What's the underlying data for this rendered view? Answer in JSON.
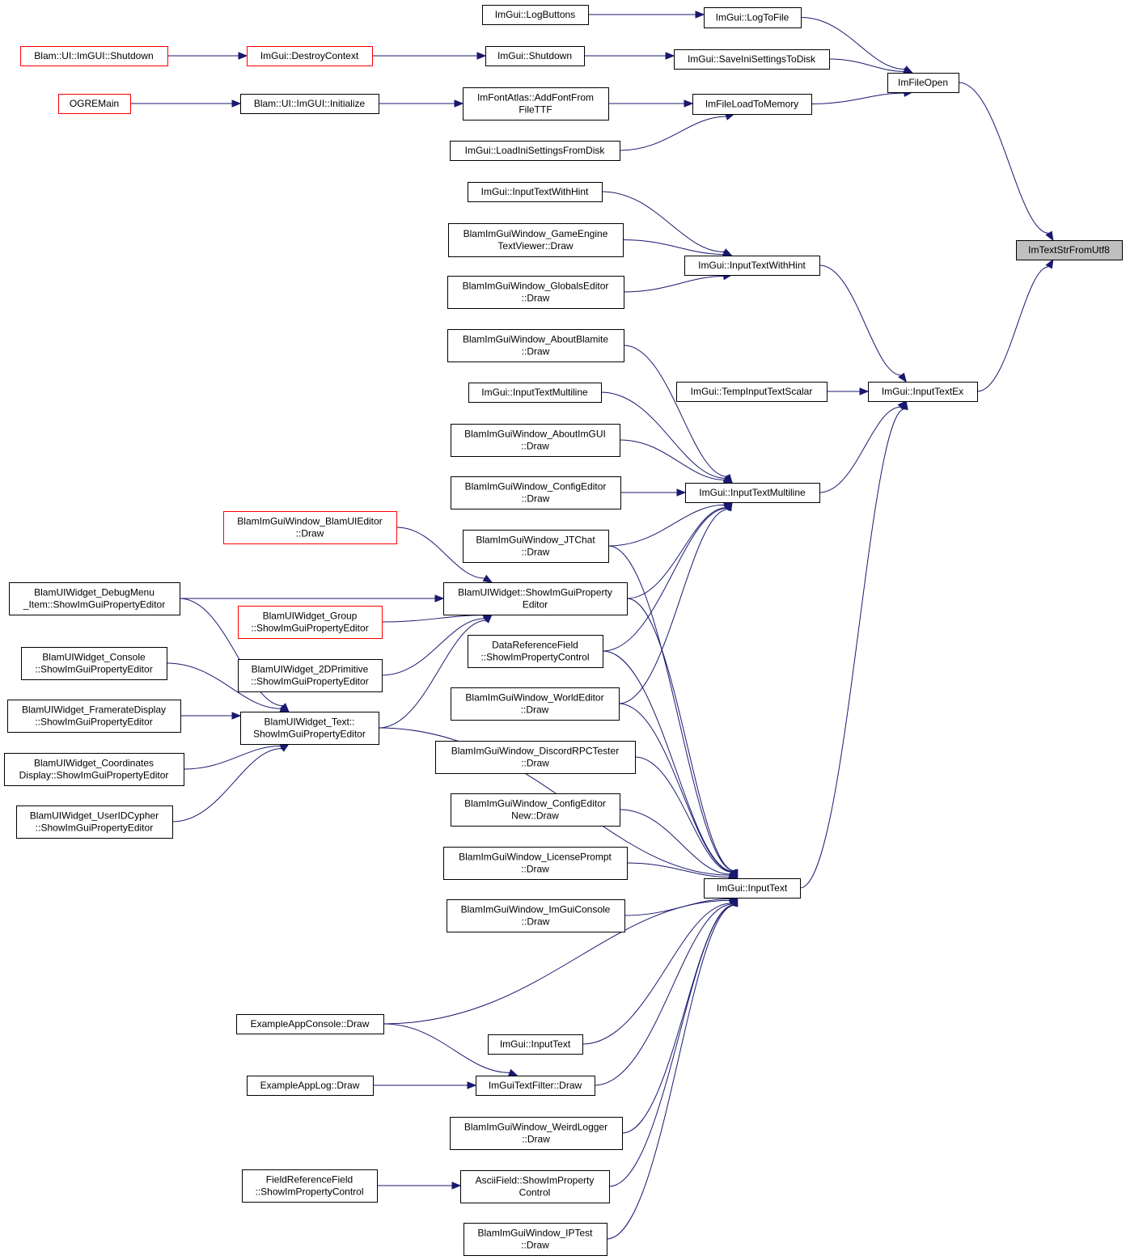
{
  "diagram": {
    "type": "call-graph",
    "colors": {
      "edge": "#191970",
      "node_border": "#000000",
      "truncated_border": "#ff0000",
      "root_fill": "#bfbfbf",
      "background": "#ffffff"
    },
    "nodes": [
      {
        "id": "root",
        "lines": [
          "ImTextStrFromUtf8"
        ],
        "style": "root"
      },
      {
        "id": "filepen",
        "lines": [
          "ImFileOpen"
        ]
      },
      {
        "id": "inputtextex",
        "lines": [
          "ImGui::InputTextEx"
        ]
      },
      {
        "id": "logtofile",
        "lines": [
          "ImGui::LogToFile"
        ]
      },
      {
        "id": "saveini",
        "lines": [
          "ImGui::SaveIniSettingsToDisk"
        ]
      },
      {
        "id": "fileload",
        "lines": [
          "ImFileLoadToMemory"
        ]
      },
      {
        "id": "logbuttons",
        "lines": [
          "ImGui::LogButtons"
        ]
      },
      {
        "id": "shutdown",
        "lines": [
          "ImGui::Shutdown"
        ]
      },
      {
        "id": "destroyctx",
        "lines": [
          "ImGui::DestroyContext"
        ],
        "style": "red"
      },
      {
        "id": "blamshutdown",
        "lines": [
          "Blam::UI::ImGUI::Shutdown"
        ],
        "style": "red"
      },
      {
        "id": "addfont",
        "lines": [
          "ImFontAtlas::AddFontFrom",
          "FileTTF"
        ]
      },
      {
        "id": "blaminit",
        "lines": [
          "Blam::UI::ImGUI::Initialize"
        ]
      },
      {
        "id": "ogremain",
        "lines": [
          "OGREMain"
        ],
        "style": "red"
      },
      {
        "id": "loadini",
        "lines": [
          "ImGui::LoadIniSettingsFromDisk"
        ]
      },
      {
        "id": "itwh_left",
        "lines": [
          "ImGui::InputTextWithHint"
        ]
      },
      {
        "id": "itwh_mid",
        "lines": [
          "ImGui::InputTextWithHint"
        ]
      },
      {
        "id": "gameengine",
        "lines": [
          "BlamImGuiWindow_GameEngine",
          "TextViewer::Draw"
        ]
      },
      {
        "id": "globals",
        "lines": [
          "BlamImGuiWindow_GlobalsEditor",
          "::Draw"
        ]
      },
      {
        "id": "tempinput",
        "lines": [
          "ImGui::TempInputTextScalar"
        ]
      },
      {
        "id": "itml_mid",
        "lines": [
          "ImGui::InputTextMultiline"
        ]
      },
      {
        "id": "aboutblamite",
        "lines": [
          "BlamImGuiWindow_AboutBlamite",
          "::Draw"
        ]
      },
      {
        "id": "itml_left",
        "lines": [
          "ImGui::InputTextMultiline"
        ]
      },
      {
        "id": "aboutimgui",
        "lines": [
          "BlamImGuiWindow_AboutImGUI",
          "::Draw"
        ]
      },
      {
        "id": "configeditor",
        "lines": [
          "BlamImGuiWindow_ConfigEditor",
          "::Draw"
        ]
      },
      {
        "id": "jtchat",
        "lines": [
          "BlamImGuiWindow_JTChat",
          "::Draw"
        ]
      },
      {
        "id": "blamuieditor",
        "lines": [
          "BlamImGuiWindow_BlamUIEditor",
          "::Draw"
        ],
        "style": "red"
      },
      {
        "id": "showprop",
        "lines": [
          "BlamUIWidget::ShowImGuiProperty",
          "Editor"
        ]
      },
      {
        "id": "debugmenu",
        "lines": [
          "BlamUIWidget_DebugMenu",
          "_Item::ShowImGuiPropertyEditor"
        ]
      },
      {
        "id": "group",
        "lines": [
          "BlamUIWidget_Group",
          "::ShowImGuiPropertyEditor"
        ],
        "style": "red"
      },
      {
        "id": "dataref",
        "lines": [
          "DataReferenceField",
          "::ShowImPropertyControl"
        ]
      },
      {
        "id": "prim2d",
        "lines": [
          "BlamUIWidget_2DPrimitive",
          "::ShowImGuiPropertyEditor"
        ]
      },
      {
        "id": "console",
        "lines": [
          "BlamUIWidget_Console",
          "::ShowImGuiPropertyEditor"
        ]
      },
      {
        "id": "worldeditor",
        "lines": [
          "BlamImGuiWindow_WorldEditor",
          "::Draw"
        ]
      },
      {
        "id": "framerate",
        "lines": [
          "BlamUIWidget_FramerateDisplay",
          "::ShowImGuiPropertyEditor"
        ]
      },
      {
        "id": "textw",
        "lines": [
          "BlamUIWidget_Text::",
          "ShowImGuiPropertyEditor"
        ]
      },
      {
        "id": "coords",
        "lines": [
          "BlamUIWidget_Coordinates",
          "Display::ShowImGuiPropertyEditor"
        ]
      },
      {
        "id": "discord",
        "lines": [
          "BlamImGuiWindow_DiscordRPCTester",
          "::Draw"
        ]
      },
      {
        "id": "useridc",
        "lines": [
          "BlamUIWidget_UserIDCypher",
          "::ShowImGuiPropertyEditor"
        ]
      },
      {
        "id": "confignew",
        "lines": [
          "BlamImGuiWindow_ConfigEditor",
          "New::Draw"
        ]
      },
      {
        "id": "license",
        "lines": [
          "BlamImGuiWindow_LicensePrompt",
          "::Draw"
        ]
      },
      {
        "id": "inputtext",
        "lines": [
          "ImGui::InputText"
        ]
      },
      {
        "id": "imguiconsole",
        "lines": [
          "BlamImGuiWindow_ImGuiConsole",
          "::Draw"
        ]
      },
      {
        "id": "appconsole",
        "lines": [
          "ExampleAppConsole::Draw"
        ]
      },
      {
        "id": "inputtext_left",
        "lines": [
          "ImGui::InputText"
        ]
      },
      {
        "id": "applog",
        "lines": [
          "ExampleAppLog::Draw"
        ]
      },
      {
        "id": "textfilter",
        "lines": [
          "ImGuiTextFilter::Draw"
        ]
      },
      {
        "id": "weirdlogger",
        "lines": [
          "BlamImGuiWindow_WeirdLogger",
          "::Draw"
        ]
      },
      {
        "id": "fieldref",
        "lines": [
          "FieldReferenceField",
          "::ShowImPropertyControl"
        ]
      },
      {
        "id": "asciifield",
        "lines": [
          "AsciiField::ShowImProperty",
          "Control"
        ]
      },
      {
        "id": "iptest",
        "lines": [
          "BlamImGuiWindow_IPTest",
          "::Draw"
        ]
      }
    ],
    "edges": [
      [
        "filepen",
        "root"
      ],
      [
        "inputtextex",
        "root"
      ],
      [
        "logtofile",
        "filepen"
      ],
      [
        "saveini",
        "filepen"
      ],
      [
        "fileload",
        "filepen"
      ],
      [
        "logbuttons",
        "logtofile"
      ],
      [
        "shutdown",
        "saveini"
      ],
      [
        "destroyctx",
        "shutdown"
      ],
      [
        "blamshutdown",
        "destroyctx"
      ],
      [
        "addfont",
        "fileload"
      ],
      [
        "loadini",
        "fileload"
      ],
      [
        "blaminit",
        "addfont"
      ],
      [
        "ogremain",
        "blaminit"
      ],
      [
        "itwh_mid",
        "inputtextex"
      ],
      [
        "tempinput",
        "inputtextex"
      ],
      [
        "itml_mid",
        "inputtextex"
      ],
      [
        "inputtext",
        "inputtextex"
      ],
      [
        "itwh_left",
        "itwh_mid"
      ],
      [
        "gameengine",
        "itwh_mid"
      ],
      [
        "globals",
        "itwh_mid"
      ],
      [
        "aboutblamite",
        "itml_mid"
      ],
      [
        "itml_left",
        "itml_mid"
      ],
      [
        "aboutimgui",
        "itml_mid"
      ],
      [
        "configeditor",
        "itml_mid"
      ],
      [
        "jtchat",
        "itml_mid"
      ],
      [
        "showprop",
        "itml_mid"
      ],
      [
        "dataref",
        "itml_mid"
      ],
      [
        "worldeditor",
        "itml_mid"
      ],
      [
        "blamuieditor",
        "showprop"
      ],
      [
        "debugmenu",
        "showprop"
      ],
      [
        "group",
        "showprop"
      ],
      [
        "prim2d",
        "showprop"
      ],
      [
        "textw",
        "showprop"
      ],
      [
        "debugmenu",
        "textw"
      ],
      [
        "console",
        "textw"
      ],
      [
        "framerate",
        "textw"
      ],
      [
        "coords",
        "textw"
      ],
      [
        "useridc",
        "textw"
      ],
      [
        "jtchat",
        "inputtext"
      ],
      [
        "showprop",
        "inputtext"
      ],
      [
        "dataref",
        "inputtext"
      ],
      [
        "worldeditor",
        "inputtext"
      ],
      [
        "discord",
        "inputtext"
      ],
      [
        "confignew",
        "inputtext"
      ],
      [
        "license",
        "inputtext"
      ],
      [
        "imguiconsole",
        "inputtext"
      ],
      [
        "textw",
        "inputtext"
      ],
      [
        "appconsole",
        "inputtext"
      ],
      [
        "inputtext_left",
        "inputtext"
      ],
      [
        "textfilter",
        "inputtext"
      ],
      [
        "weirdlogger",
        "inputtext"
      ],
      [
        "asciifield",
        "inputtext"
      ],
      [
        "iptest",
        "inputtext"
      ],
      [
        "appconsole",
        "textfilter"
      ],
      [
        "applog",
        "textfilter"
      ],
      [
        "fieldref",
        "asciifield"
      ]
    ]
  }
}
